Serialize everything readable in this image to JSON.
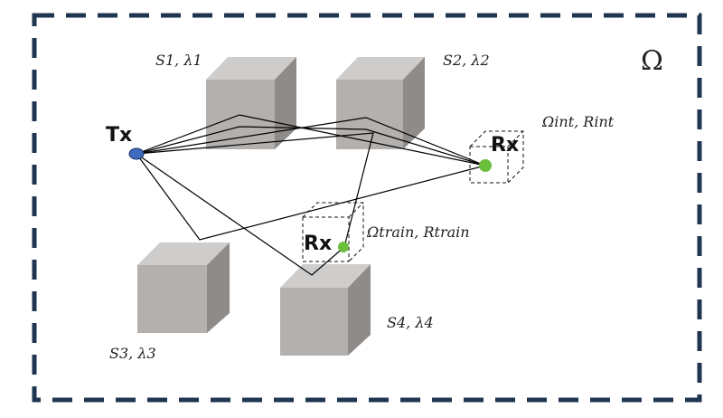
{
  "diagram": {
    "domain_symbol": "Ω",
    "transmitter": {
      "label": "Tx",
      "color": "#3f6bbf"
    },
    "receivers": [
      {
        "label": "Rx",
        "region_label": "Ωint, Rint",
        "color": "#6cbf3c"
      },
      {
        "label": "Rx",
        "region_label": "Ωtrain, Rtrain",
        "color": "#6cbf3c"
      }
    ],
    "scatterers": [
      {
        "label": "S1, λ1"
      },
      {
        "label": "S2, λ2"
      },
      {
        "label": "S3, λ3"
      },
      {
        "label": "S4, λ4"
      }
    ],
    "colors": {
      "border": "#1f3550",
      "cube_front": "#b3b0ae",
      "cube_top": "#cfcdcb",
      "cube_side": "#8e8b89",
      "ray": "#000000"
    }
  }
}
